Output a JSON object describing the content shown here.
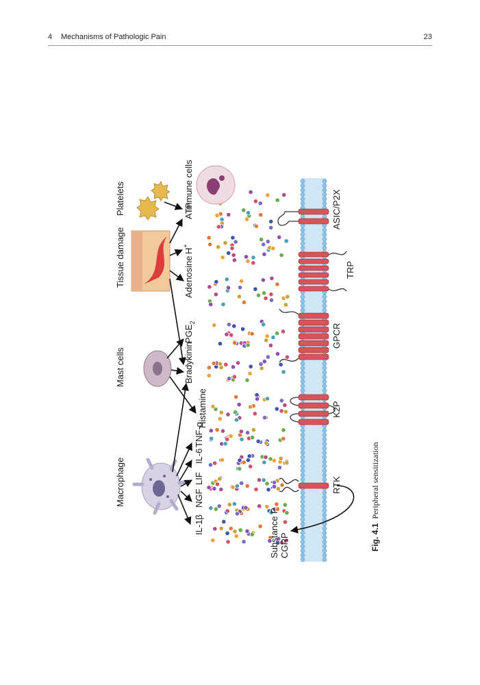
{
  "header": {
    "chapter_number": "4",
    "chapter_title": "Mechanisms of Pathologic Pain",
    "page_number": "23"
  },
  "figure": {
    "sources": {
      "immune_cells": "Immune cells",
      "platelets": "Platelets",
      "tissue_damage": "Tissue damage",
      "mast_cells": "Mast cells",
      "macrophage": "Macrophage"
    },
    "mediators": {
      "atp": "ATP",
      "h": "H",
      "h_sup": "+",
      "adenosine": "Adenosine",
      "pge": "PGE",
      "pge_sub": "2",
      "bradykinin": "Bradykinin",
      "histamine": "Histamine",
      "tnf": "TNF-α",
      "il6": "IL-6",
      "lif": "LIF",
      "ngf": "NGF",
      "il1": "IL-1β",
      "substance_p": "Substance P",
      "cgrp": "CGRP"
    },
    "receptors": {
      "asic": "ASIC/P2X",
      "trp": "TRP",
      "gpcr": "GPCR",
      "k2p": "K2P",
      "rtk": "RTK"
    },
    "colors": {
      "receptor": "#d9535a",
      "membrane": "#8fc3e6",
      "arrow": "#111111"
    },
    "caption": {
      "label": "Fig. 4.1",
      "text": "Peripheral sensitization"
    }
  }
}
